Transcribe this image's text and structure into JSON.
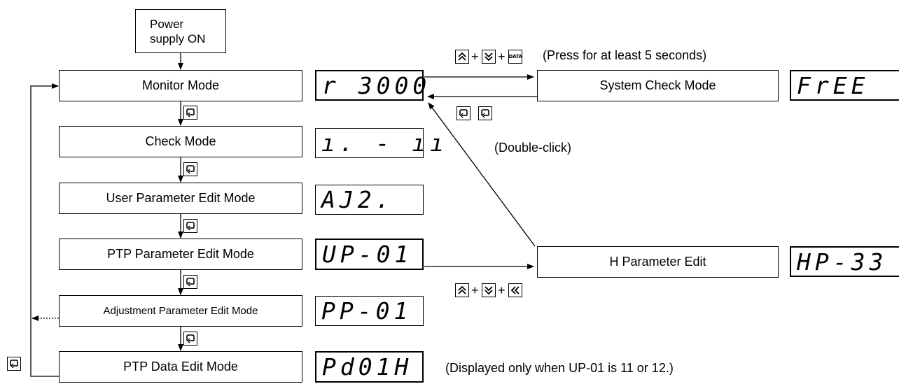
{
  "power_box": {
    "line1": "Power",
    "line2": "supply ON"
  },
  "modes": [
    {
      "label": "Monitor Mode",
      "display": "r 3000"
    },
    {
      "label": "Check Mode",
      "display": "ı.  -  ıı"
    },
    {
      "label": "User Parameter Edit Mode",
      "display": "AJ2."
    },
    {
      "label": "PTP Parameter Edit Mode",
      "display": "UP-01"
    },
    {
      "label": "Adjustment Parameter Edit Mode",
      "display": "PP-01"
    },
    {
      "label": "PTP Data Edit Mode",
      "display": "Pd01H"
    }
  ],
  "system_check": {
    "label": "System Check Mode",
    "display": "FrEE"
  },
  "h_param": {
    "label": "H Parameter Edit",
    "display": "HP-33"
  },
  "notes": {
    "press_hold": "(Press for at least 5 seconds)",
    "double_click": "(Double-click)",
    "displayed_only": "(Displayed only when UP-01 is 11 or 12.)"
  },
  "keys": {
    "data_label": "DATA",
    "plus": "+"
  },
  "icons": [
    "mode-key-icon",
    "up-key-icon",
    "down-key-icon",
    "data-key-icon",
    "shift-left-key-icon"
  ]
}
